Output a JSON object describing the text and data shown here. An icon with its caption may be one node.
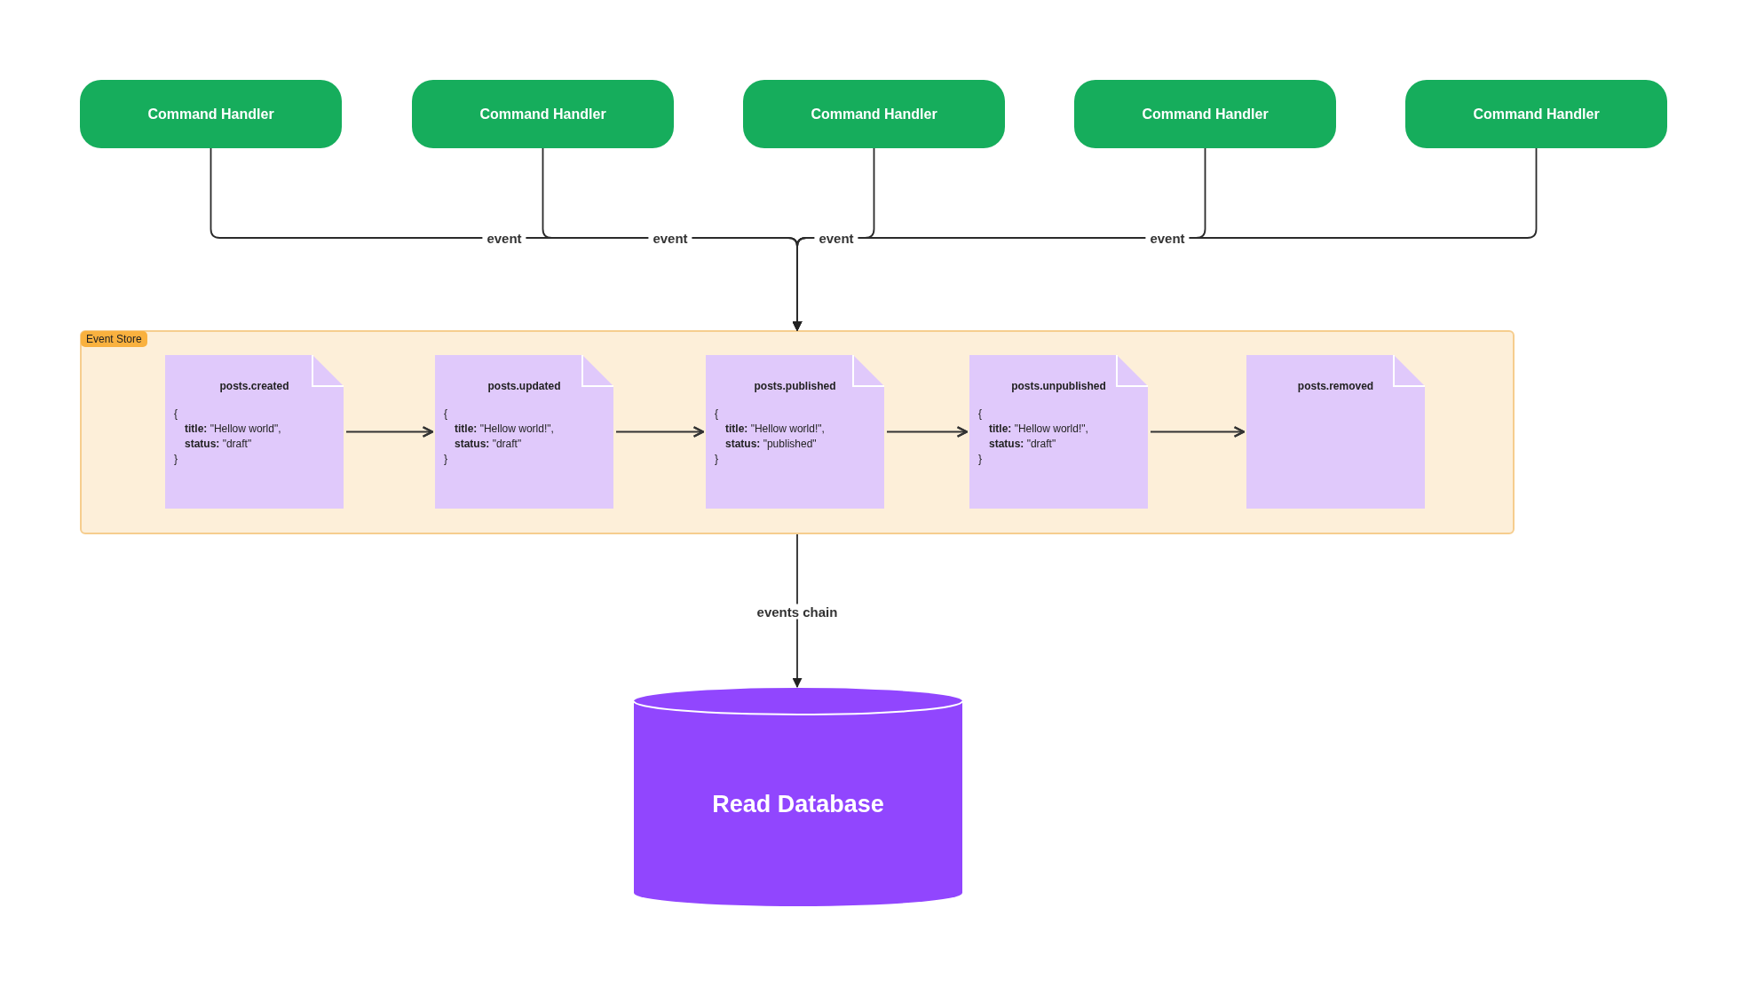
{
  "diagram": {
    "nodes": [
      {
        "text": [
          "Command Handler"
        ]
      },
      {
        "text": [
          "Command Handler"
        ]
      },
      {
        "text": [
          "Command Handler"
        ]
      },
      {
        "text": [
          "Command Handler"
        ]
      },
      {
        "text": [
          "Command Handler"
        ]
      },
      {
        "text": [
          "Event Store"
        ]
      },
      {
        "text": [
          "posts.created",
          "{",
          "**title:** \"Hellow world\",",
          "**status:** \"draft\"",
          "}"
        ],
        "in": 5
      },
      {
        "text": [
          "posts.updated",
          "{",
          "**title:** \"Hellow world!\",",
          "**status:** \"draft\"",
          "}"
        ],
        "in": 5
      },
      {
        "text": [
          "posts.published",
          "{",
          "**title:** \"Hellow world!\",",
          "**status:** \"published\"",
          "}"
        ],
        "in": 5
      },
      {
        "text": [
          "posts.unpublished",
          "{",
          "**title:** \"Hellow world!\",",
          "**status:** \"draft\"",
          "}"
        ],
        "in": 5
      },
      {
        "text": [
          "posts.removed"
        ],
        "in": 5
      },
      {
        "text": [
          "Read Database"
        ]
      }
    ],
    "edges": [
      {
        "from": 0,
        "to": 5,
        "arrow": "to",
        "label": "event"
      },
      {
        "from": 1,
        "to": 5,
        "arrow": "to",
        "label": "event"
      },
      {
        "from": 2,
        "to": 5,
        "arrow": "to",
        "label": "event"
      },
      {
        "from": 3,
        "to": 5,
        "arrow": "to",
        "label": "event"
      },
      {
        "from": 4,
        "to": 5,
        "arrow": "to"
      },
      {
        "from": 6,
        "to": 7,
        "arrow": "to"
      },
      {
        "from": 7,
        "to": 8,
        "arrow": "to"
      },
      {
        "from": 8,
        "to": 9,
        "arrow": "to"
      },
      {
        "from": 9,
        "to": 10,
        "arrow": "to"
      },
      {
        "from": 5,
        "to": 11,
        "arrow": "to",
        "label": "events chain"
      }
    ]
  }
}
